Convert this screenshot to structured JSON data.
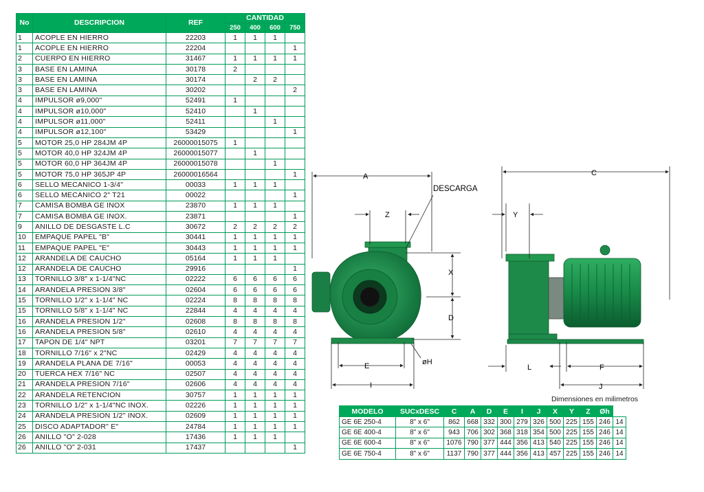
{
  "parts_table": {
    "header": {
      "no": "No",
      "descripcion": "DESCRIPCION",
      "ref": "REF",
      "cantidad": "CANTIDAD",
      "sizes": [
        "250",
        "400",
        "600",
        "750"
      ]
    },
    "rows": [
      {
        "no": "1",
        "desc": "ACOPLE EN HIERRO",
        "ref": "22203",
        "q": [
          "1",
          "1",
          "1",
          ""
        ]
      },
      {
        "no": "1",
        "desc": "ACOPLE EN HIERRO",
        "ref": "22204",
        "q": [
          "",
          "",
          "",
          "1"
        ]
      },
      {
        "no": "2",
        "desc": "CUERPO EN HIERRO",
        "ref": "31467",
        "q": [
          "1",
          "1",
          "1",
          "1"
        ]
      },
      {
        "no": "3",
        "desc": "BASE EN LAMINA",
        "ref": "30178",
        "q": [
          "2",
          "",
          "",
          ""
        ]
      },
      {
        "no": "3",
        "desc": "BASE EN LAMINA",
        "ref": "30174",
        "q": [
          "",
          "2",
          "2",
          ""
        ]
      },
      {
        "no": "3",
        "desc": "BASE EN LAMINA",
        "ref": "30202",
        "q": [
          "",
          "",
          "",
          "2"
        ]
      },
      {
        "no": "4",
        "desc": "IMPULSOR  ø9,000\"",
        "ref": "52491",
        "q": [
          "1",
          "",
          "",
          ""
        ]
      },
      {
        "no": "4",
        "desc": "IMPULSOR  ø10,000\"",
        "ref": "52410",
        "q": [
          "",
          "1",
          "",
          ""
        ]
      },
      {
        "no": "4",
        "desc": "IMPULSOR  ø11,000\"",
        "ref": "52411",
        "q": [
          "",
          "",
          "1",
          ""
        ]
      },
      {
        "no": "4",
        "desc": "IMPULSOR  ø12,100\"",
        "ref": "53429",
        "q": [
          "",
          "",
          "",
          "1"
        ]
      },
      {
        "no": "5",
        "desc": "MOTOR 25,0 HP 284JM 4P",
        "ref": "26000015075",
        "q": [
          "1",
          "",
          "",
          ""
        ]
      },
      {
        "no": "5",
        "desc": "MOTOR 40,0 HP 324JM 4P",
        "ref": "26000015077",
        "q": [
          "",
          "1",
          "",
          ""
        ]
      },
      {
        "no": "5",
        "desc": "MOTOR 60,0 HP 364JM 4P",
        "ref": "26000015078",
        "q": [
          "",
          "",
          "1",
          ""
        ]
      },
      {
        "no": "5",
        "desc": "MOTOR 75,0 HP 365JP 4P",
        "ref": "26000016564",
        "q": [
          "",
          "",
          "",
          "1"
        ]
      },
      {
        "no": "6",
        "desc": "SELLO MECANICO 1-3/4\"",
        "ref": "00033",
        "q": [
          "1",
          "1",
          "1",
          ""
        ]
      },
      {
        "no": "6",
        "desc": "SELLO MECANICO 2\" T21",
        "ref": "00022",
        "q": [
          "",
          "",
          "",
          "1"
        ]
      },
      {
        "no": "7",
        "desc": "CAMISA BOMBA GE INOX",
        "ref": "23870",
        "q": [
          "1",
          "1",
          "1",
          ""
        ]
      },
      {
        "no": "7",
        "desc": "CAMISA BOMBA GE INOX.",
        "ref": "23871",
        "q": [
          "",
          "",
          "",
          "1"
        ]
      },
      {
        "no": "9",
        "desc": "ANILLO DE DESGASTE L.C",
        "ref": "30672",
        "q": [
          "2",
          "2",
          "2",
          "2"
        ]
      },
      {
        "no": "10",
        "desc": "EMPAQUE PAPEL \"B\"",
        "ref": "30441",
        "q": [
          "1",
          "1",
          "1",
          "1"
        ]
      },
      {
        "no": "11",
        "desc": "EMPAQUE PAPEL \"E\"",
        "ref": "30443",
        "q": [
          "1",
          "1",
          "1",
          "1"
        ]
      },
      {
        "no": "12",
        "desc": "ARANDELA DE CAUCHO",
        "ref": "05164",
        "q": [
          "1",
          "1",
          "1",
          ""
        ]
      },
      {
        "no": "12",
        "desc": "ARANDELA DE CAUCHO",
        "ref": "29916",
        "q": [
          "",
          "",
          "",
          "1"
        ]
      },
      {
        "no": "13",
        "desc": "TORNILLO 3/8\" x 1-1/4\"NC",
        "ref": "02222",
        "q": [
          "6",
          "6",
          "6",
          "6"
        ]
      },
      {
        "no": "14",
        "desc": "ARANDELA PRESION 3/8\"",
        "ref": "02604",
        "q": [
          "6",
          "6",
          "6",
          "6"
        ]
      },
      {
        "no": "15",
        "desc": "TORNILLO 1/2\" x 1-1/4\" NC",
        "ref": "02224",
        "q": [
          "8",
          "8",
          "8",
          "8"
        ]
      },
      {
        "no": "15",
        "desc": "TORNILLO 5/8\" x 1-1/4\" NC",
        "ref": "22844",
        "q": [
          "4",
          "4",
          "4",
          "4"
        ]
      },
      {
        "no": "16",
        "desc": "ARANDELA PRESION 1/2\"",
        "ref": "02608",
        "q": [
          "8",
          "8",
          "8",
          "8"
        ]
      },
      {
        "no": "16",
        "desc": "ARANDELA PRESION 5/8\"",
        "ref": "02610",
        "q": [
          "4",
          "4",
          "4",
          "4"
        ]
      },
      {
        "no": "17",
        "desc": "TAPON DE 1/4\" NPT",
        "ref": "03201",
        "q": [
          "7",
          "7",
          "7",
          "7"
        ]
      },
      {
        "no": "18",
        "desc": "TORNILLO 7/16\" x 2\"NC",
        "ref": "02429",
        "q": [
          "4",
          "4",
          "4",
          "4"
        ]
      },
      {
        "no": "19",
        "desc": "ARANDELA PLANA DE 7/16\"",
        "ref": "00053",
        "q": [
          "4",
          "4",
          "4",
          "4"
        ]
      },
      {
        "no": "20",
        "desc": "TUERCA HEX 7/16\" NC",
        "ref": "02507",
        "q": [
          "4",
          "4",
          "4",
          "4"
        ]
      },
      {
        "no": "21",
        "desc": "ARANDELA PRESION 7/16\"",
        "ref": "02606",
        "q": [
          "4",
          "4",
          "4",
          "4"
        ]
      },
      {
        "no": "22",
        "desc": "ARANDELA RETENCION",
        "ref": "30757",
        "q": [
          "1",
          "1",
          "1",
          "1"
        ]
      },
      {
        "no": "23",
        "desc": "TORNILLO 1/2\" x 1-1/4\"NC INOX.",
        "ref": "02226",
        "q": [
          "1",
          "1",
          "1",
          "1"
        ]
      },
      {
        "no": "24",
        "desc": "ARANDELA PRESION 1/2\" INOX.",
        "ref": "02609",
        "q": [
          "1",
          "1",
          "1",
          "1"
        ]
      },
      {
        "no": "25",
        "desc": "DISCO ADAPTADOR\"  E\"",
        "ref": "24784",
        "q": [
          "1",
          "1",
          "1",
          "1"
        ]
      },
      {
        "no": "26",
        "desc": "ANILLO \"O\" 2-028",
        "ref": "17436",
        "q": [
          "1",
          "1",
          "1",
          ""
        ]
      },
      {
        "no": "26",
        "desc": "ANILLO \"O\" 2-031",
        "ref": "17437",
        "q": [
          "",
          "",
          "",
          "1"
        ]
      }
    ]
  },
  "drawing": {
    "labels": {
      "A": "A",
      "C": "C",
      "Z": "Z",
      "Y": "Y",
      "X": "X",
      "D": "D",
      "E": "E",
      "I": "I",
      "L": "L",
      "F": "F",
      "J": "J",
      "descarga": "DESCARGA",
      "oh": "øH"
    },
    "colors": {
      "pump_green": "#1f8a4c",
      "pump_dark": "#0f5a2e",
      "dim_line": "#222222"
    }
  },
  "dimensions": {
    "caption": "Dimensiones en milimetros",
    "headers": [
      "MODELO",
      "SUCxDESC",
      "C",
      "A",
      "D",
      "E",
      "I",
      "J",
      "X",
      "Y",
      "Z",
      "Øh"
    ],
    "rows": [
      [
        "GE 6E 250-4",
        "8\" x 6\"",
        "862",
        "668",
        "332",
        "300",
        "279",
        "326",
        "500",
        "225",
        "155",
        "246",
        "14"
      ],
      [
        "GE 6E 400-4",
        "8\" x 6\"",
        "943",
        "706",
        "302",
        "368",
        "318",
        "354",
        "500",
        "225",
        "155",
        "246",
        "14"
      ],
      [
        "GE 6E 600-4",
        "8\" x 6\"",
        "1076",
        "790",
        "377",
        "444",
        "356",
        "413",
        "540",
        "225",
        "155",
        "246",
        "14"
      ],
      [
        "GE 6E 750-4",
        "8\" x 6\"",
        "1137",
        "790",
        "377",
        "444",
        "356",
        "413",
        "457",
        "225",
        "155",
        "246",
        "14"
      ]
    ]
  }
}
